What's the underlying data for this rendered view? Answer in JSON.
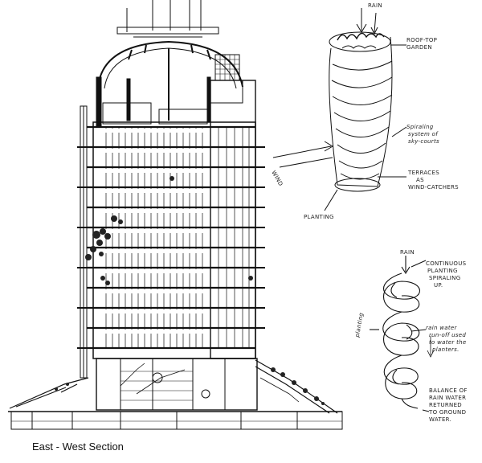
{
  "caption": "East - West Section",
  "sketch_top": {
    "rain": "RAIN",
    "roof_top_garden": [
      "ROOF-TOP",
      "GARDEN"
    ],
    "spiraling": [
      "Spiraling",
      "system of",
      "sky-courts"
    ],
    "wind": "WIND",
    "terraces": [
      "TERRACES",
      "AS",
      "WIND-CATCHERS"
    ],
    "planting": "PLANTING"
  },
  "sketch_bottom": {
    "rain": "RAIN",
    "continuous": [
      "CONTINUOUS",
      "PLANTING",
      "SPIRALING",
      "UP."
    ],
    "planting": "planting",
    "rain_water": [
      "rain water",
      "run-off used",
      "to water the",
      "planters."
    ],
    "balance": [
      "BALANCE OF",
      "RAIN WATER",
      "RETURNED",
      "TO GROUND",
      "WATER."
    ]
  }
}
